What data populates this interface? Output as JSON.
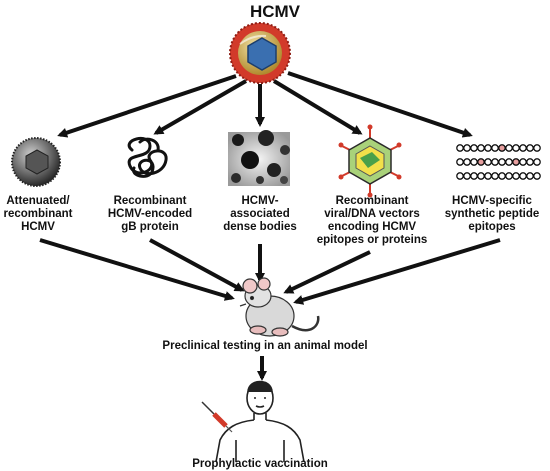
{
  "title": "HCMV",
  "colors": {
    "arrow": "#111111",
    "virus_red": "#d23a2a",
    "virus_gold": "#c8a84a",
    "virus_core": "#3a6fb0",
    "vector_green": "#a9d27a",
    "vector_yellow": "#f2e04a",
    "peptide_pink": "#e8a0a0"
  },
  "strategies": [
    {
      "lines": [
        "Attenuated/",
        "recombinant",
        "HCMV"
      ],
      "icon": "attenuated-virus-icon"
    },
    {
      "lines": [
        "Recombinant",
        "HCMV-encoded",
        "gB protein"
      ],
      "icon": "gb-protein-icon"
    },
    {
      "lines": [
        "HCMV-",
        "associated",
        "dense bodies"
      ],
      "icon": "dense-bodies-icon"
    },
    {
      "lines": [
        "Recombinant",
        "viral/DNA vectors",
        "encoding HCMV",
        "epitopes or proteins"
      ],
      "icon": "viral-vector-icon"
    },
    {
      "lines": [
        "HCMV-specific",
        "synthetic peptide",
        "epitopes"
      ],
      "icon": "peptide-epitopes-icon"
    }
  ],
  "preclinical_label": "Preclinical testing in an animal model",
  "final_label": "Prophylactic vaccination"
}
